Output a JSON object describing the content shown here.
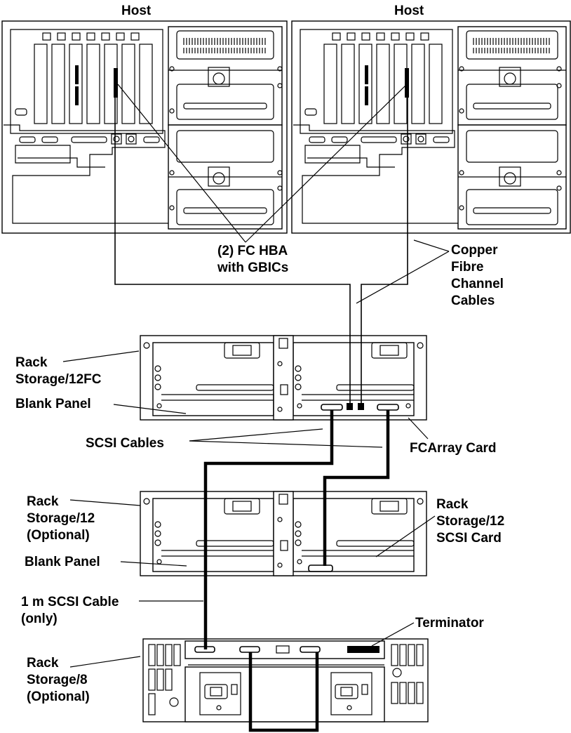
{
  "labels": {
    "host_left": "Host",
    "host_right": "Host",
    "fc_hba_line1": "(2) FC HBA",
    "fc_hba_line2": "with GBICs",
    "copper_line1": "Copper",
    "copper_line2": "Fibre",
    "copper_line3": "Channel",
    "copper_line4": "Cables",
    "rack12fc_line1": "Rack",
    "rack12fc_line2": "Storage/12FC",
    "blank_panel_1": "Blank Panel",
    "scsi_cables": "SCSI Cables",
    "fcarray_card": "FCArray Card",
    "rack12_line1": "Rack",
    "rack12_line2": "Storage/12",
    "rack12_line3": "(Optional)",
    "rack12scsi_line1": "Rack",
    "rack12scsi_line2": "Storage/12",
    "rack12scsi_line3": "SCSI Card",
    "blank_panel_2": "Blank Panel",
    "one_m_line1": "1 m SCSI Cable",
    "one_m_line2": "(only)",
    "terminator": "Terminator",
    "rack8_line1": "Rack",
    "rack8_line2": "Storage/8",
    "rack8_line3": "(Optional)"
  }
}
